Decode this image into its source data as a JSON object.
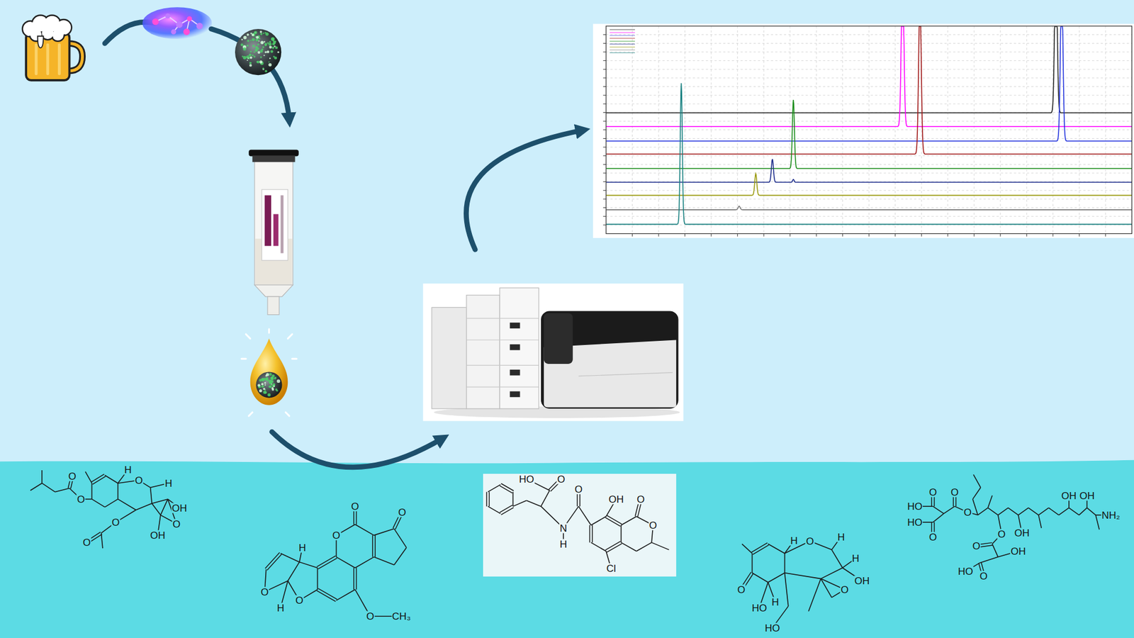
{
  "diagram": {
    "labels": [
      "H",
      "H",
      "O",
      "O",
      "O",
      "OH",
      "O",
      "OH",
      "O",
      "O",
      "O",
      "O",
      "H",
      "O",
      "O",
      "H",
      "O",
      "O",
      "CH₃",
      "HO",
      "O",
      "O",
      "OH",
      "O",
      "N",
      "H",
      "O",
      "Cl",
      "H",
      "O",
      "H",
      "H",
      "OH",
      "O",
      "O",
      "HO",
      "H",
      "HO",
      "O",
      "O",
      "HO",
      "O",
      "OH",
      "OH",
      "NH₂",
      "HO",
      "OH",
      "O",
      "O",
      "O",
      "OH",
      "HO",
      "O"
    ]
  }
}
